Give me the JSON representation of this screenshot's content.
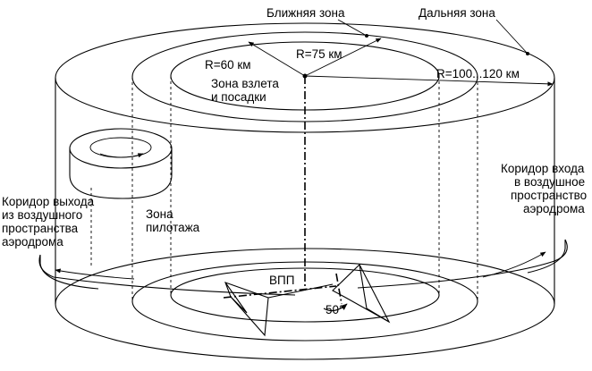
{
  "labels": {
    "near_zone": "Ближняя зона",
    "far_zone": "Дальняя зона",
    "r60": "R=60 км",
    "r75": "R=75 км",
    "r100": "R=100...120 км",
    "takeoff_line1": "Зона взлета",
    "takeoff_line2": "и посадки",
    "exit_line1": "Коридор выхода",
    "exit_line2": "из воздушного",
    "exit_line3": "пространства",
    "exit_line4": "аэродрома",
    "entry_line1": "Коридор входа",
    "entry_line2": "в воздушное",
    "entry_line3": "пространство",
    "entry_line4": "аэродрома",
    "piloting_line1": "Зона",
    "piloting_line2": "пилотажа",
    "runway": "ВПП",
    "angle": "50°"
  }
}
